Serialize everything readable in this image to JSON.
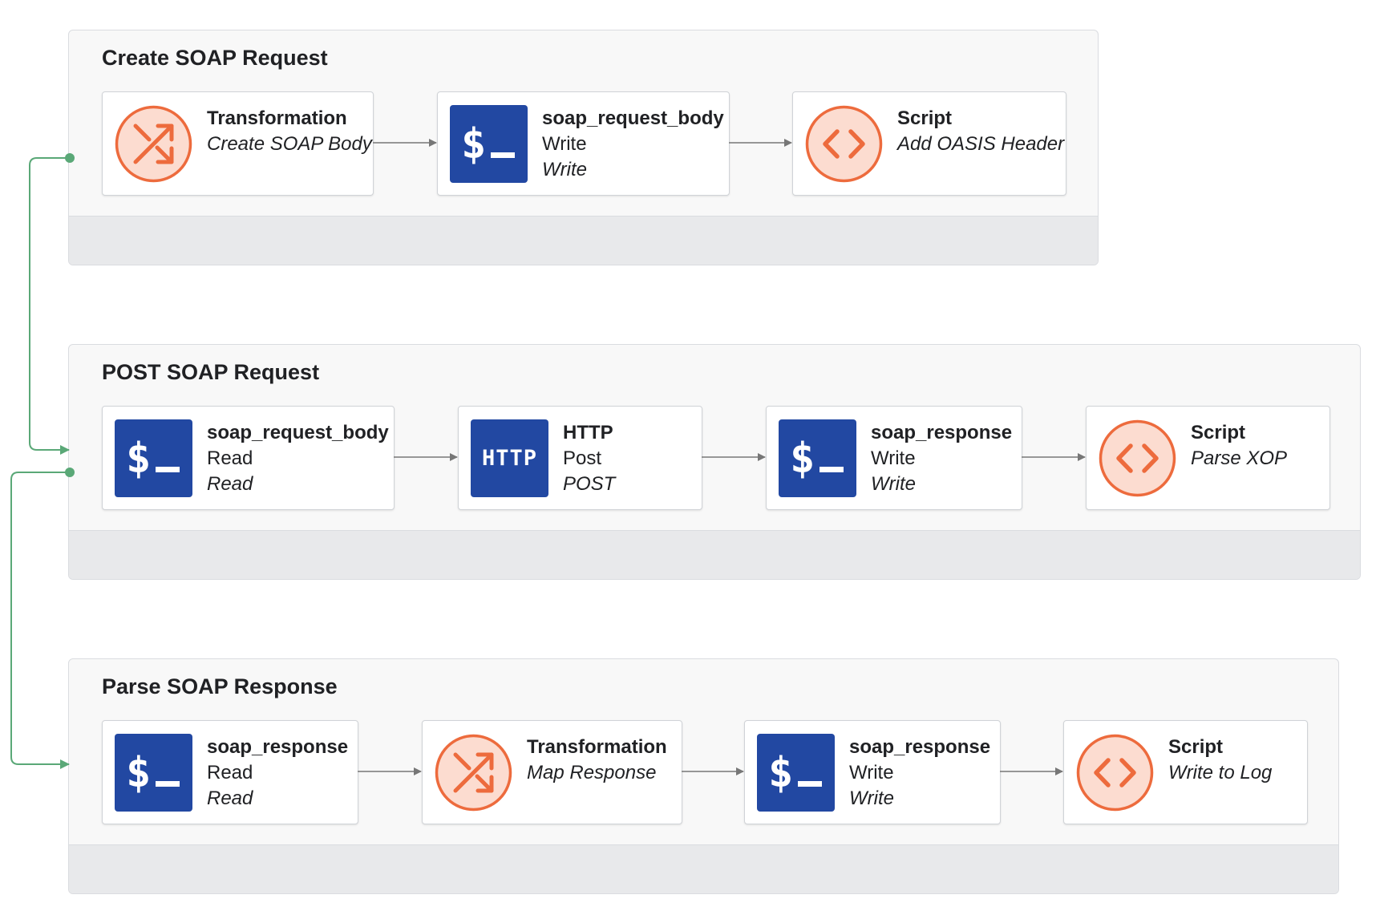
{
  "colors": {
    "connector": "#5aa877",
    "arrow": "#777777",
    "tile_blue": "#2248a2",
    "orange": "#ed6b3d",
    "orange_fill": "#fcdcd0"
  },
  "groups": [
    {
      "title": "Create SOAP Request",
      "steps": [
        {
          "icon": "transformation-icon",
          "line1": "Transformation",
          "line2": "Create SOAP Body",
          "line2_italic": true
        },
        {
          "icon": "terminal-icon",
          "line1": "soap_request_body",
          "line2": "Write",
          "line3": "Write"
        },
        {
          "icon": "script-icon",
          "line1": "Script",
          "line2": "Add OASIS Header",
          "line2_italic": true
        }
      ]
    },
    {
      "title": "POST SOAP Request",
      "steps": [
        {
          "icon": "terminal-icon",
          "line1": "soap_request_body",
          "line2": "Read",
          "line3": "Read"
        },
        {
          "icon": "http-icon",
          "icon_text": "HTTP",
          "line1": "HTTP",
          "line2": "Post",
          "line3": "POST"
        },
        {
          "icon": "terminal-icon",
          "line1": "soap_response",
          "line2": "Write",
          "line3": "Write"
        },
        {
          "icon": "script-icon",
          "line1": "Script",
          "line2": "Parse XOP",
          "line2_italic": true
        }
      ]
    },
    {
      "title": "Parse SOAP Response",
      "steps": [
        {
          "icon": "terminal-icon",
          "line1": "soap_response",
          "line2": "Read",
          "line3": "Read"
        },
        {
          "icon": "transformation-icon",
          "line1": "Transformation",
          "line2": "Map Response",
          "line2_italic": true
        },
        {
          "icon": "terminal-icon",
          "line1": "soap_response",
          "line2": "Write",
          "line3": "Write"
        },
        {
          "icon": "script-icon",
          "line1": "Script",
          "line2": "Write to Log",
          "line2_italic": true
        }
      ]
    }
  ]
}
